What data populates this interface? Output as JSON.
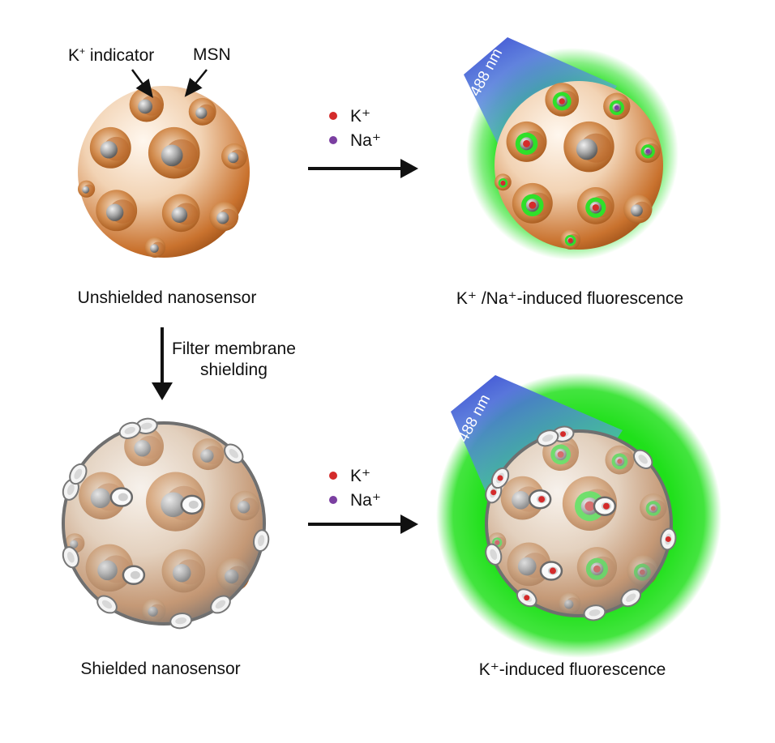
{
  "labels": {
    "indicator_text": "K",
    "indicator_sup": "+",
    "indicator_rest": " indicator",
    "msn": "MSN"
  },
  "captions": {
    "unshielded": "Unshielded nanosensor",
    "both_fluor": "K⁺ /Na⁺-induced fluorescence",
    "shielded": "Shielded nanosensor",
    "k_fluor": "K⁺-induced fluorescence"
  },
  "step": {
    "line1": "Filter membrane",
    "line2": "shielding"
  },
  "legend": {
    "k_label": "K⁺",
    "na_label": "Na⁺",
    "k_color": "#d42b2b",
    "na_color": "#7b3fa1"
  },
  "laser": {
    "label": "488 nm",
    "color_top": "#3f51d6",
    "color_bottom": "#56c8e8"
  },
  "colors": {
    "silica": "#c9722e",
    "silica_light": "#f6e6d6",
    "glow": "#22e01d",
    "membrane": "#8c8c8c",
    "pore": "#9a9a9a"
  }
}
